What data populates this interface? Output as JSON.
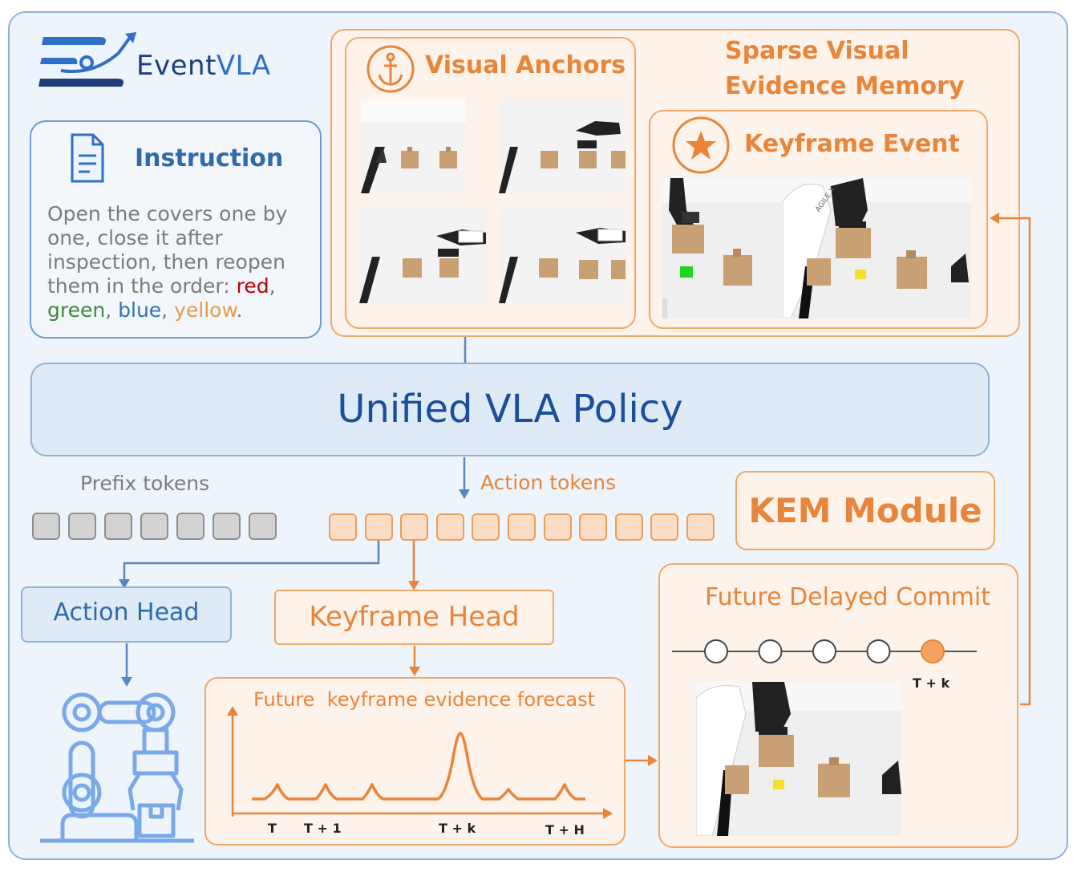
{
  "logo": {
    "name_part1": "Event",
    "name_part2": "VLA"
  },
  "instruction": {
    "title": "Instruction",
    "text_prefix": "Open the covers one by one, close it after inspection, then reopen them in the order: ",
    "red": "red",
    "sep1": ", ",
    "green": "green",
    "sep2": ", ",
    "blue": "blue",
    "sep3": ", ",
    "yellow": "yellow",
    "end": "."
  },
  "memory": {
    "title_line1": "Sparse Visual",
    "title_line2": "Evidence Memory",
    "anchors_title": "Visual Anchors",
    "keyframe_title": "Keyframe Event",
    "robot_brand": "AGILE X"
  },
  "policy": {
    "title": "Unified VLA Policy"
  },
  "tokens": {
    "prefix_label": "Prefix tokens",
    "action_label": "Action tokens",
    "prefix_count": 7,
    "action_count": 11
  },
  "kem": {
    "title": "KEM Module"
  },
  "heads": {
    "action": "Action Head",
    "keyframe": "Keyframe Head"
  },
  "forecast": {
    "title": "Future  keyframe evidence forecast",
    "ticks": [
      "T",
      "T + 1",
      "T + k",
      "T + H"
    ]
  },
  "commit": {
    "title": "Future Delayed Commit",
    "node_count": 5,
    "active_label": "T + k"
  },
  "colors": {
    "orange": "#e8853a",
    "blue": "#2f6aaa",
    "border_blue": "#8fb2d8",
    "border_orange": "#f0a868"
  }
}
